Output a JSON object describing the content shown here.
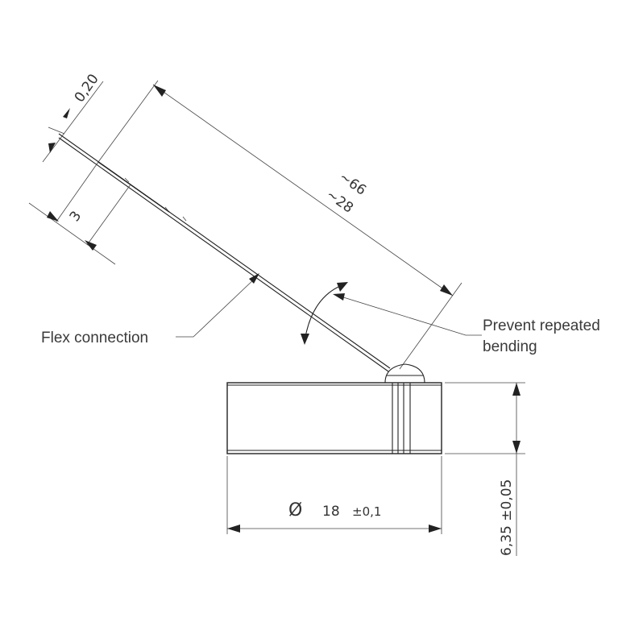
{
  "dimensions": {
    "flex_thickness": "0,20",
    "flex_width": "3",
    "flex_length_a": "~66",
    "flex_length_b": "~28",
    "diameter_symbol": "Ø",
    "diameter_value": "18",
    "diameter_tol": "±0,1",
    "height": "6,35  ±0,05"
  },
  "labels": {
    "flex_connection": "Flex connection",
    "prevent_line1": "Prevent repeated",
    "prevent_line2": "bending"
  }
}
